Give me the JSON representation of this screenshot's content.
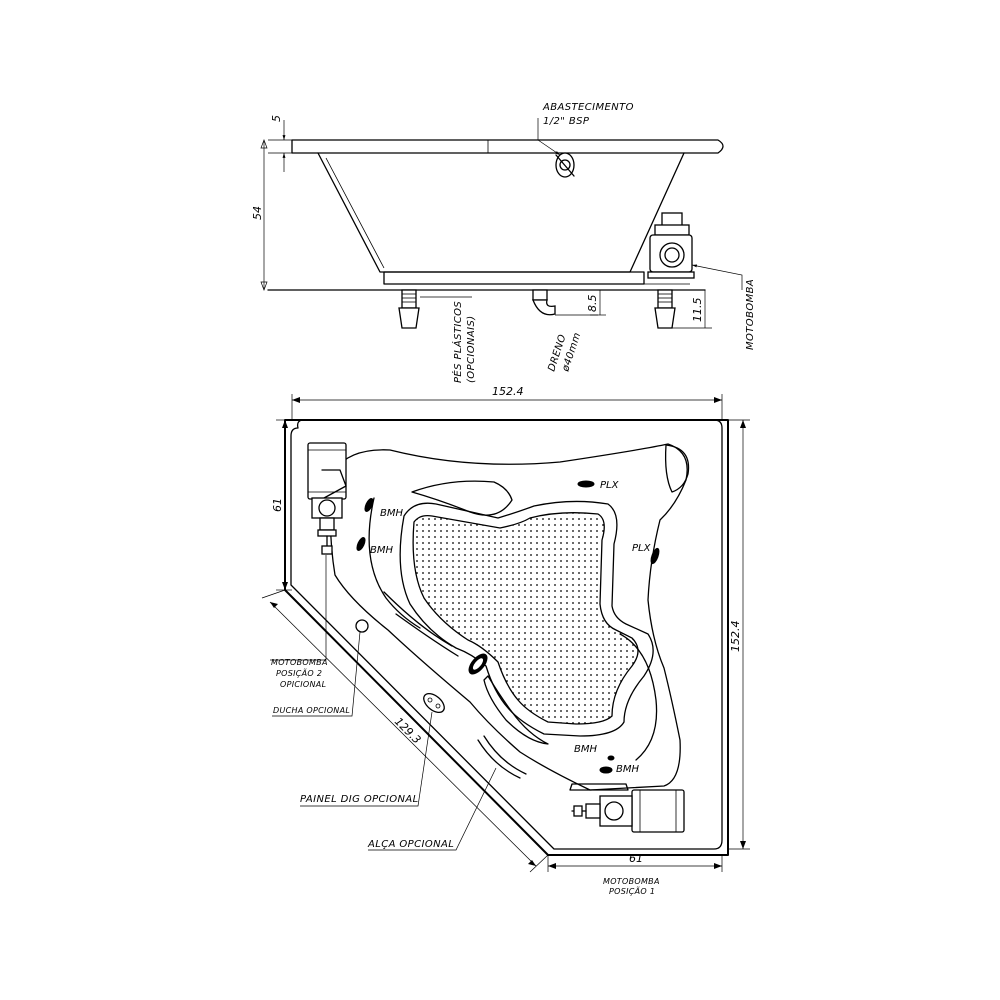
{
  "side_view": {
    "supply_label_1": "ABASTECIMENTO",
    "supply_label_2": "1/2\" BSP",
    "pump_label": "MOTOBOMBA",
    "drain_label_1": "DRENO",
    "drain_label_2": "ø40mm",
    "feet_label_1": "PÉS PLÁSTICOS",
    "feet_label_2": "(OPCIONAIS)",
    "dim_rim": "5",
    "dim_height": "54",
    "dim_drain": "8.5",
    "dim_feet": "11.5"
  },
  "top_view": {
    "dim_width": "152.4",
    "dim_depth": "152.4",
    "dim_left_side": "61",
    "dim_bottom_side": "61",
    "dim_diagonal": "129.3",
    "jet_bmh": "BMH",
    "jet_plx": "PLX",
    "pump_pos2_1": "MOTOBOMBA",
    "pump_pos2_2": "POSIÇÃO 2",
    "pump_pos2_3": "OPICIONAL",
    "shower_label": "DUCHA OPCIONAL",
    "panel_label": "PAINEL DIG OPCIONAL",
    "handle_label": "ALÇA OPCIONAL",
    "pump_pos1_1": "MOTOBOMBA",
    "pump_pos1_2": "POSIÇÃO 1"
  },
  "colors": {
    "line": "#000000",
    "background": "#ffffff"
  },
  "icons": [
    "pump-icon",
    "supply-valve-icon",
    "drain-icon",
    "adjustable-foot-icon",
    "jet-icon",
    "digital-panel-icon",
    "shower-icon",
    "handle-icon"
  ]
}
